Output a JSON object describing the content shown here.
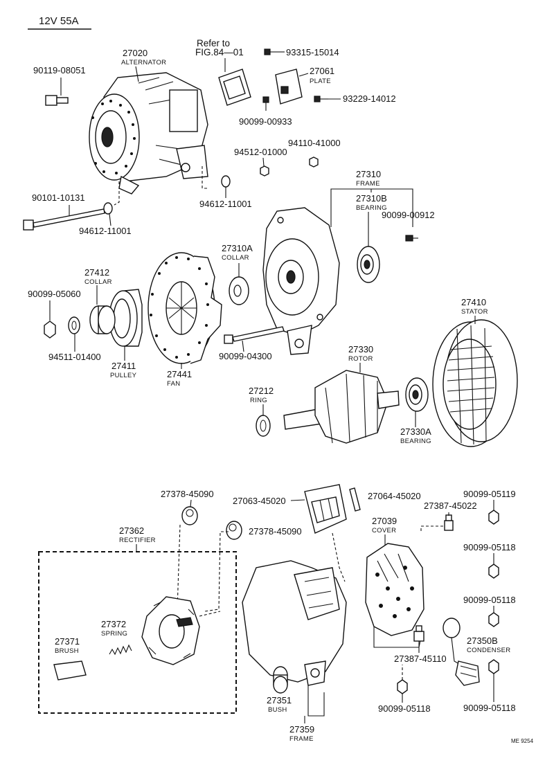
{
  "header": {
    "spec": "12V 55A"
  },
  "refer": {
    "line1": "Refer to",
    "line2": "FIG.84—01"
  },
  "footer": {
    "code": "ME 9254"
  },
  "labels": {
    "p27020": {
      "num": "27020",
      "name": "ALTERNATOR"
    },
    "p90119": {
      "num": "90119-08051"
    },
    "p93315": {
      "num": "93315-15014"
    },
    "p27061": {
      "num": "27061",
      "name": "PLATE"
    },
    "p93229": {
      "num": "93229-14012"
    },
    "p90099_00933": {
      "num": "90099-00933"
    },
    "p94110": {
      "num": "94110-41000"
    },
    "p94512": {
      "num": "94512-01000"
    },
    "p27310": {
      "num": "27310",
      "name": "FRAME"
    },
    "p27310B": {
      "num": "27310B",
      "name": "BEARING"
    },
    "p90099_00912": {
      "num": "90099-00912"
    },
    "p90101": {
      "num": "90101-10131"
    },
    "p94612_a": {
      "num": "94612-11001"
    },
    "p94612_b": {
      "num": "94612-11001"
    },
    "p27310A": {
      "num": "27310A",
      "name": "COLLAR"
    },
    "p27412": {
      "num": "27412",
      "name": "COLLAR"
    },
    "p90099_05060": {
      "num": "90099-05060"
    },
    "p94511": {
      "num": "94511-01400"
    },
    "p27411": {
      "num": "27411",
      "name": "PULLEY"
    },
    "p27441": {
      "num": "27441",
      "name": "FAN"
    },
    "p90099_04300": {
      "num": "90099-04300"
    },
    "p27410": {
      "num": "27410",
      "name": "STATOR"
    },
    "p27330": {
      "num": "27330",
      "name": "ROTOR"
    },
    "p27212": {
      "num": "27212",
      "name": "RING"
    },
    "p27330A": {
      "num": "27330A",
      "name": "BEARING"
    },
    "p27378_a": {
      "num": "27378-45090"
    },
    "p27378_b": {
      "num": "27378-45090"
    },
    "p27063": {
      "num": "27063-45020"
    },
    "p27064": {
      "num": "27064-45020"
    },
    "p90099_05119": {
      "num": "90099-05119"
    },
    "p27387_a": {
      "num": "27387-45022"
    },
    "p27039": {
      "num": "27039",
      "name": "COVER"
    },
    "p27362": {
      "num": "27362",
      "name": "RECTIFIER"
    },
    "p90099_05118_a": {
      "num": "90099-05118"
    },
    "p90099_05118_b": {
      "num": "90099-05118"
    },
    "p27372": {
      "num": "27372",
      "name": "SPRING"
    },
    "p27371": {
      "num": "27371",
      "name": "BRUSH"
    },
    "p27350B": {
      "num": "27350B",
      "name": "CONDENSER"
    },
    "p27387_b": {
      "num": "27387-45110"
    },
    "p27351": {
      "num": "27351",
      "name": "BUSH"
    },
    "p90099_05118_c": {
      "num": "90099-05118"
    },
    "p90099_05118_d": {
      "num": "90099-05118"
    },
    "p27359": {
      "num": "27359",
      "name": "FRAME"
    }
  }
}
